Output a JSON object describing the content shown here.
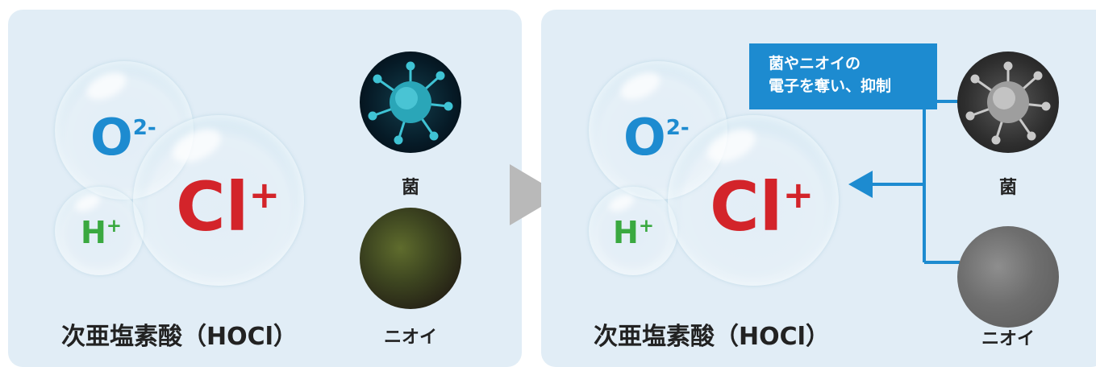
{
  "ions": {
    "oxygen": "O",
    "oxygen_charge": "2-",
    "chlorine": "Cl",
    "chlorine_charge": "+",
    "hydrogen": "H",
    "hydrogen_charge": "+"
  },
  "left_panel": {
    "caption": "次亜塩素酸（HOCl）",
    "germ_label": "菌",
    "odor_label": "ニオイ"
  },
  "right_panel": {
    "caption": "次亜塩素酸（HOCl）",
    "germ_label": "菌",
    "odor_label": "ニオイ",
    "callout_line1": "菌やニオイの",
    "callout_line2": "電子を奪い、抑制"
  },
  "colors": {
    "panel_bg": "#e1edf6",
    "oxygen": "#1d8bd0",
    "chlorine": "#d3242a",
    "hydrogen": "#3aa940",
    "accent": "#1d8bd0",
    "transition_arrow": "#b9b9b9"
  },
  "icons": [
    "bubble",
    "germ-image",
    "odor-image",
    "arrow-right",
    "arrow-left-connector"
  ]
}
